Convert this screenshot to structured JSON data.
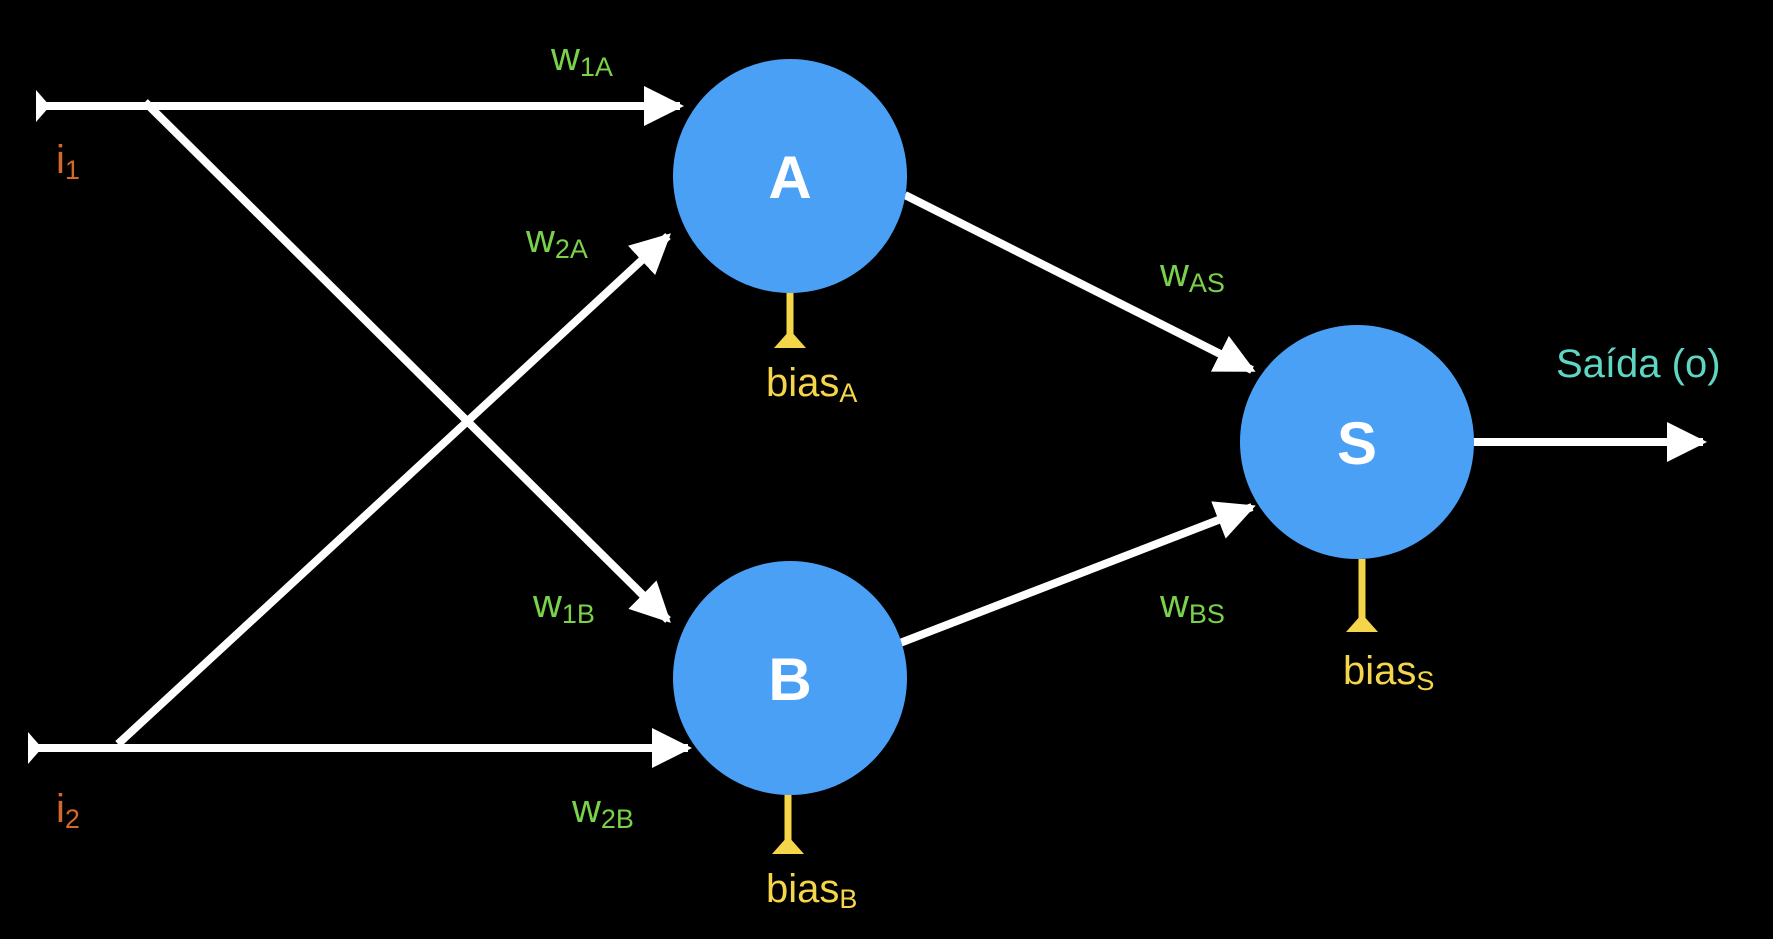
{
  "colors": {
    "background": "#000000",
    "node_fill": "#4aa0f5",
    "edge": "#ffffff",
    "input_label": "#d2692a",
    "weight_label": "#7ad14a",
    "bias": "#f5d64a",
    "output_label": "#5fd6c4"
  },
  "inputs": [
    {
      "base": "i",
      "sub": "1"
    },
    {
      "base": "i",
      "sub": "2"
    }
  ],
  "nodes": {
    "a": "A",
    "b": "B",
    "s": "S"
  },
  "weights": {
    "w1a": {
      "base": "w",
      "sub": "1A"
    },
    "w2a": {
      "base": "w",
      "sub": "2A"
    },
    "w1b": {
      "base": "w",
      "sub": "1B"
    },
    "w2b": {
      "base": "w",
      "sub": "2B"
    },
    "was": {
      "base": "w",
      "sub": "AS"
    },
    "wbs": {
      "base": "w",
      "sub": "BS"
    }
  },
  "biases": {
    "a": {
      "base": "bias",
      "sub": "A"
    },
    "b": {
      "base": "bias",
      "sub": "B"
    },
    "s": {
      "base": "bias",
      "sub": "S"
    }
  },
  "output_label": "Saída (o)"
}
